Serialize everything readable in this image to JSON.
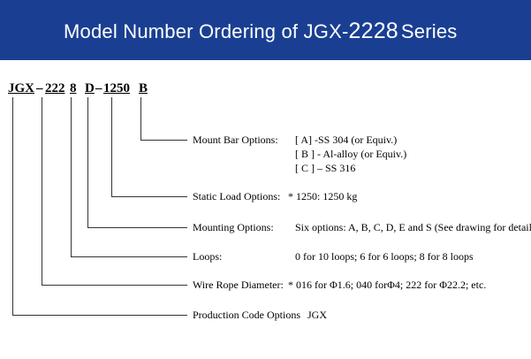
{
  "header": {
    "title_prefix": "Model Number  Ordering  of JGX-",
    "title_number": "2228",
    "title_suffix": "Series"
  },
  "model_code": {
    "series": "JGX",
    "dash1": "–",
    "wire": "222",
    "loops": "8",
    "mounting": "D",
    "dash2": "–",
    "load": "1250",
    "mount_bar": "B"
  },
  "options": [
    {
      "label": "Mount Bar Options:",
      "values": [
        "[ A] -SS 304 (or Equiv.)",
        "[ B ] - Al-alloy (or Equiv.)",
        "[ C ] – SS 316"
      ]
    },
    {
      "label": "Static Load Options:",
      "values": [
        "* 1250: 1250 kg"
      ]
    },
    {
      "label": "Mounting Options:",
      "values": [
        "Six options: A, B, C, D, E and S (See drawing for details)"
      ]
    },
    {
      "label": "Loops:",
      "values": [
        "0 for 10 loops; 6 for 6 loops; 8 for 8 loops"
      ]
    },
    {
      "label": "Wire Rope Diameter:",
      "values": [
        "* 016 for Φ1.6; 040 forΦ4; 222 for Φ22.2; etc."
      ]
    },
    {
      "label": "Production Code Options",
      "values": [
        "JGX"
      ]
    }
  ],
  "colors": {
    "banner": "#1a3f92",
    "banner_text": "#ffffff",
    "line": "#333333"
  }
}
